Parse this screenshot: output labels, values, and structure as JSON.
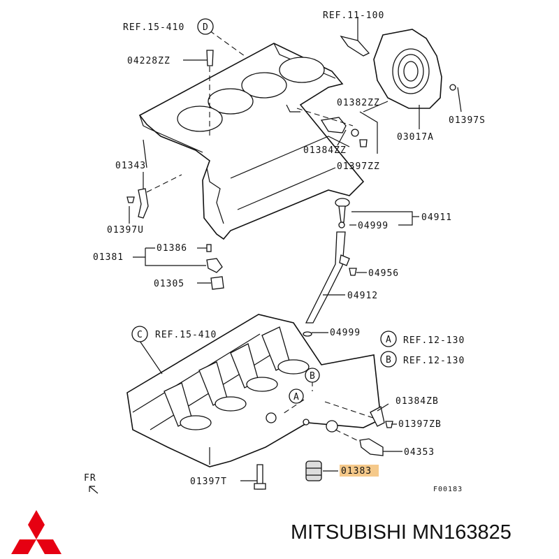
{
  "labels": {
    "ref_15_410_d": "REF.15-410",
    "circle_d": "D",
    "ref_11_100": "REF.11-100",
    "p04228zz": "04228ZZ",
    "p01382zz": "01382ZZ",
    "p01397s": "01397S",
    "p03017a": "03017A",
    "p01384zz": "01384ZZ",
    "p01397zz": "01397ZZ",
    "p01343": "01343",
    "p01397u": "01397U",
    "p04911": "04911",
    "p04999_top": "04999",
    "p01381": "01381",
    "p01386": "01386",
    "p04956": "04956",
    "p01305": "01305",
    "p04912": "04912",
    "ref_15_410_c": "REF.15-410",
    "circle_c": "C",
    "p04999_bottom": "04999",
    "circle_a": "A",
    "ref_12_130_a": "REF.12-130",
    "circle_b": "B",
    "ref_12_130_b": "REF.12-130",
    "inner_b": "B",
    "inner_a": "A",
    "p01384zb": "01384ZB",
    "p01397zb": "01397ZB",
    "p04353": "04353",
    "p01383": "01383",
    "p01397t": "01397T",
    "fr": "FR",
    "figure_code": "F00183"
  },
  "title": "MITSUBISHI MN163825",
  "colors": {
    "highlight": "#f5c98a",
    "logo": "#e60012",
    "ink": "#111111"
  }
}
